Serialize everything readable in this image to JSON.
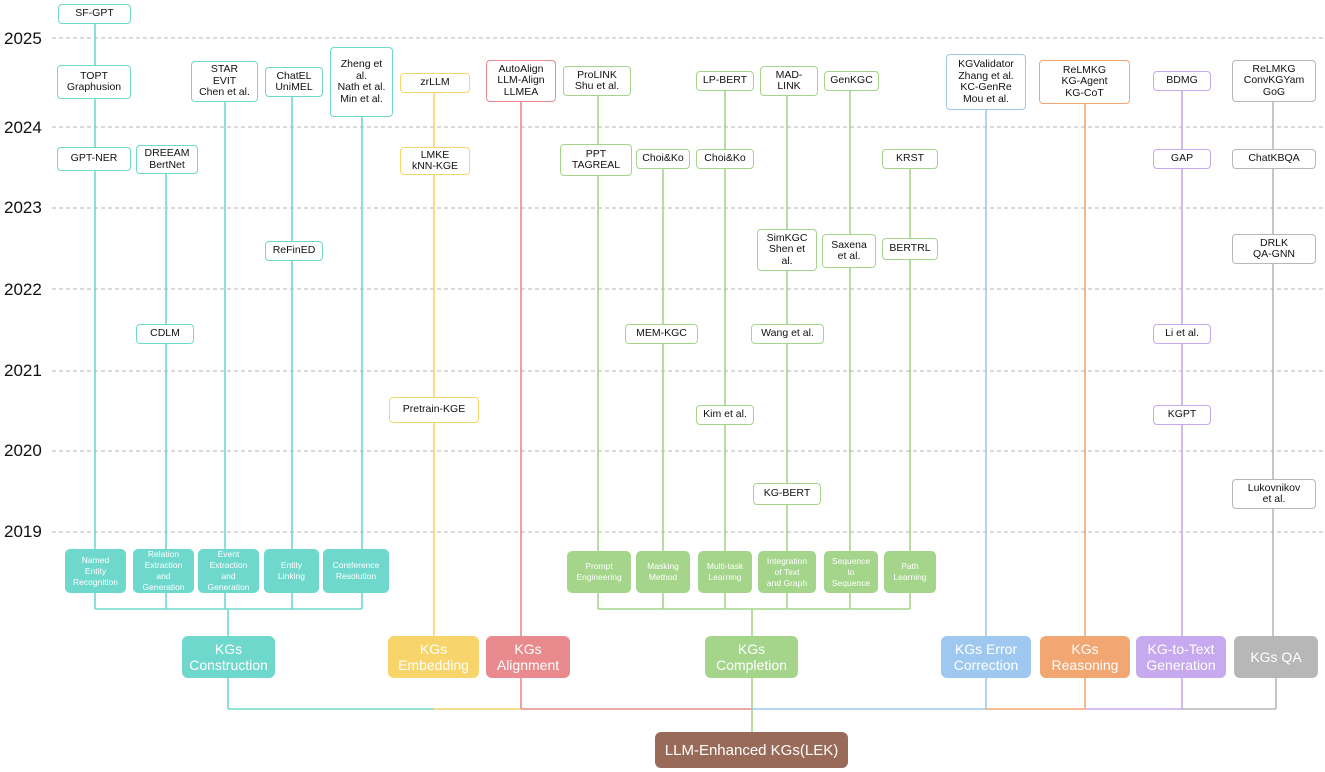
{
  "colors": {
    "construction": "#6fd8cc",
    "embedding": "#f7d56a",
    "alignment": "#e88a8e",
    "completion": "#a4d58a",
    "error": "#9ec8f0",
    "reasoning": "#f2a672",
    "totext": "#c7a9ef",
    "qa": "#b7b7b7",
    "root": "#9a6a58",
    "grid": "#b5b5b5"
  },
  "years": [
    "2025",
    "2024",
    "2023",
    "2022",
    "2021",
    "2020",
    "2019"
  ],
  "root": {
    "label": "LLM-Enhanced KGs(LEK)"
  },
  "categories": [
    {
      "id": "construction",
      "label": "KGs\nConstruction"
    },
    {
      "id": "embedding",
      "label": "KGs\nEmbedding"
    },
    {
      "id": "alignment",
      "label": "KGs\nAlignment"
    },
    {
      "id": "completion",
      "label": "KGs\nCompletion"
    },
    {
      "id": "error",
      "label": "KGs Error\nCorrection"
    },
    {
      "id": "reasoning",
      "label": "KGs\nReasoning"
    },
    {
      "id": "totext",
      "label": "KG-to-Text\nGeneration"
    },
    {
      "id": "qa",
      "label": "KGs QA"
    }
  ],
  "subcategories": [
    {
      "id": "ner",
      "cat": "construction",
      "label": "Named\nEntity\nRecognition"
    },
    {
      "id": "reg",
      "cat": "construction",
      "label": "Relation\nExtraction\nand\nGeneration"
    },
    {
      "id": "eeg",
      "cat": "construction",
      "label": "Event\nExtraction\nand\nGeneration"
    },
    {
      "id": "el",
      "cat": "construction",
      "label": "Entity\nLinking"
    },
    {
      "id": "cr",
      "cat": "construction",
      "label": "Coreference\nResolution"
    },
    {
      "id": "pe",
      "cat": "completion",
      "label": "Prompt\nEngineering"
    },
    {
      "id": "mm",
      "cat": "completion",
      "label": "Masking\nMethod"
    },
    {
      "id": "mtl",
      "cat": "completion",
      "label": "Multi-task\nLearning"
    },
    {
      "id": "itg",
      "cat": "completion",
      "label": "Integration\nof Text\nand Graph"
    },
    {
      "id": "s2s",
      "cat": "completion",
      "label": "Sequence\nto\nSequence"
    },
    {
      "id": "pl",
      "cat": "completion",
      "label": "Path\nLearning"
    }
  ],
  "methods": [
    {
      "col": "ner",
      "label": "SF-GPT"
    },
    {
      "col": "ner",
      "label": "TOPT\nGraphusion"
    },
    {
      "col": "ner",
      "label": "GPT-NER"
    },
    {
      "col": "reg",
      "label": "DREEAM\nBertNet"
    },
    {
      "col": "reg",
      "label": "CDLM"
    },
    {
      "col": "eeg",
      "label": "STAR\nEVIT\nChen et al."
    },
    {
      "col": "el",
      "label": "ChatEL\nUniMEL"
    },
    {
      "col": "el",
      "label": "ReFinED"
    },
    {
      "col": "cr",
      "label": "Zheng et\nal.\nNath et al.\nMin et al."
    },
    {
      "col": "embedding",
      "label": "zrLLM"
    },
    {
      "col": "embedding",
      "label": "LMKE\nkNN-KGE"
    },
    {
      "col": "embedding",
      "label": "Pretrain-KGE"
    },
    {
      "col": "alignment",
      "label": "AutoAlign\nLLM-Align\nLLMEA"
    },
    {
      "col": "pe",
      "label": "ProLINK\nShu et al."
    },
    {
      "col": "pe",
      "label": "PPT\nTAGREAL"
    },
    {
      "col": "mm",
      "label": "Choi&Ko"
    },
    {
      "col": "mm",
      "label": "MEM-KGC"
    },
    {
      "col": "mtl",
      "label": "LP-BERT"
    },
    {
      "col": "mtl",
      "label": "Choi&Ko"
    },
    {
      "col": "mtl",
      "label": "Kim et al."
    },
    {
      "col": "itg",
      "label": "MAD-\nLINK"
    },
    {
      "col": "itg",
      "label": "SimKGC\nShen et\nal."
    },
    {
      "col": "itg",
      "label": "Wang et al."
    },
    {
      "col": "itg",
      "label": "KG-BERT"
    },
    {
      "col": "s2s",
      "label": "GenKGC"
    },
    {
      "col": "s2s",
      "label": "Saxena\net al."
    },
    {
      "col": "pl",
      "label": "KRST"
    },
    {
      "col": "pl",
      "label": "BERTRL"
    },
    {
      "col": "error",
      "label": "KGValidator\nZhang et al.\nKC-GenRe\nMou et al."
    },
    {
      "col": "reasoning",
      "label": "ReLMKG\nKG-Agent\nKG-CoT"
    },
    {
      "col": "totext",
      "label": "BDMG"
    },
    {
      "col": "totext",
      "label": "GAP"
    },
    {
      "col": "totext",
      "label": "Li et al."
    },
    {
      "col": "totext",
      "label": "KGPT"
    },
    {
      "col": "qa",
      "label": "ReLMKG\nConvKGYam\nGoG"
    },
    {
      "col": "qa",
      "label": "ChatKBQA"
    },
    {
      "col": "qa",
      "label": "DRLK\nQA-GNN"
    },
    {
      "col": "qa",
      "label": "Lukovnikov\net al."
    }
  ]
}
